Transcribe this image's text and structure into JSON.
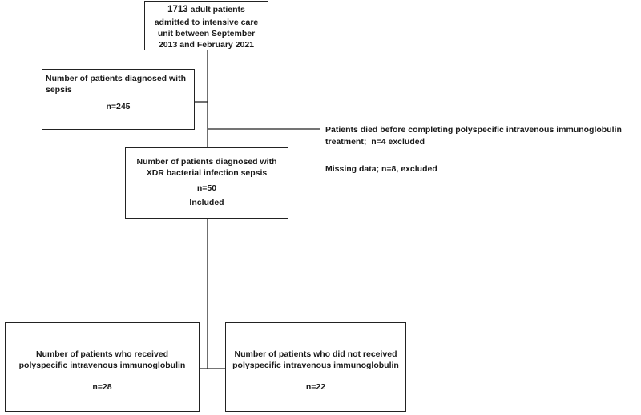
{
  "box_top": {
    "count": "1713",
    "line1": " adult patients",
    "line2": "admitted to intensive care",
    "line3": "unit between September",
    "line4": "2013 and February 2021"
  },
  "box_sepsis": {
    "line1": "Number of patients diagnosed with",
    "line2": "sepsis",
    "n": "n=245"
  },
  "excluded_died": {
    "line1": "Patients died before completing  polyspecific intravenous immunoglobulin",
    "line2_prefix": "treatment;  ",
    "line2_bold": "n=4 excluded"
  },
  "excluded_missing": {
    "prefix": "Missing data; ",
    "bold": "n=8, excluded"
  },
  "box_xdr": {
    "line1": "Number  of patients diagnosed with",
    "line2": "XDR bacterial infection sepsis",
    "n": "n=50",
    "included": "Included"
  },
  "box_received": {
    "line1": "Number of patients who received",
    "line2": "polyspecific intravenous immunoglobulin",
    "n": "n=28"
  },
  "box_not_received": {
    "line1": "Number of patients who did not received",
    "line2": "polyspecific intravenous immunoglobulin",
    "n": "n=22"
  }
}
